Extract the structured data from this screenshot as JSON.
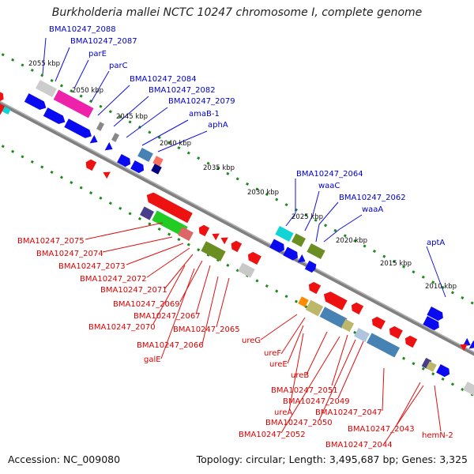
{
  "title": "Burkholderia mallei NCTC 10247 chromosome I, complete genome",
  "footer": {
    "accession": "Accession: NC_009080",
    "summary": "Topology: circular; Length: 3,495,687 bp; Genes: 3,325"
  },
  "colors": {
    "forward_label": "#0000cc",
    "reverse_label": "#dd0000",
    "backbone": "#808080",
    "ruler_dots": "#1a8a1a",
    "gene_blue": "#0a0af0",
    "gene_red": "#ee1111"
  },
  "kbp_marks": [
    "2055 kbp",
    "2050 kbp",
    "2045 kbp",
    "2040 kbp",
    "2035 kbp",
    "2030 kbp",
    "2025 kbp",
    "2020 kbp",
    "2015 kbp",
    "2010 kbp"
  ],
  "forward_labels": [
    "BMA10247_2088",
    "BMA10247_2087",
    "parE",
    "parC",
    "BMA10247_2084",
    "BMA10247_2082",
    "BMA10247_2079",
    "amaB-1",
    "aphA",
    "BMA10247_2064",
    "waaC",
    "BMA10247_2062",
    "waaA",
    "aptA"
  ],
  "reverse_labels": [
    "BMA10247_2075",
    "BMA10247_2074",
    "BMA10247_2073",
    "BMA10247_2072",
    "BMA10247_2071",
    "BMA10247_2069",
    "BMA10247_2067",
    "BMA10247_2070",
    "BMA10247_2065",
    "BMA10247_2066",
    "galE",
    "ureG",
    "ureF",
    "ureE",
    "ureB",
    "BMA10247_2051",
    "BMA10247_2049",
    "ureA",
    "BMA10247_2050",
    "BMA10247_2047",
    "BMA10247_2052",
    "BMA10247_2043",
    "BMA10247_2044",
    "hemN-2"
  ]
}
